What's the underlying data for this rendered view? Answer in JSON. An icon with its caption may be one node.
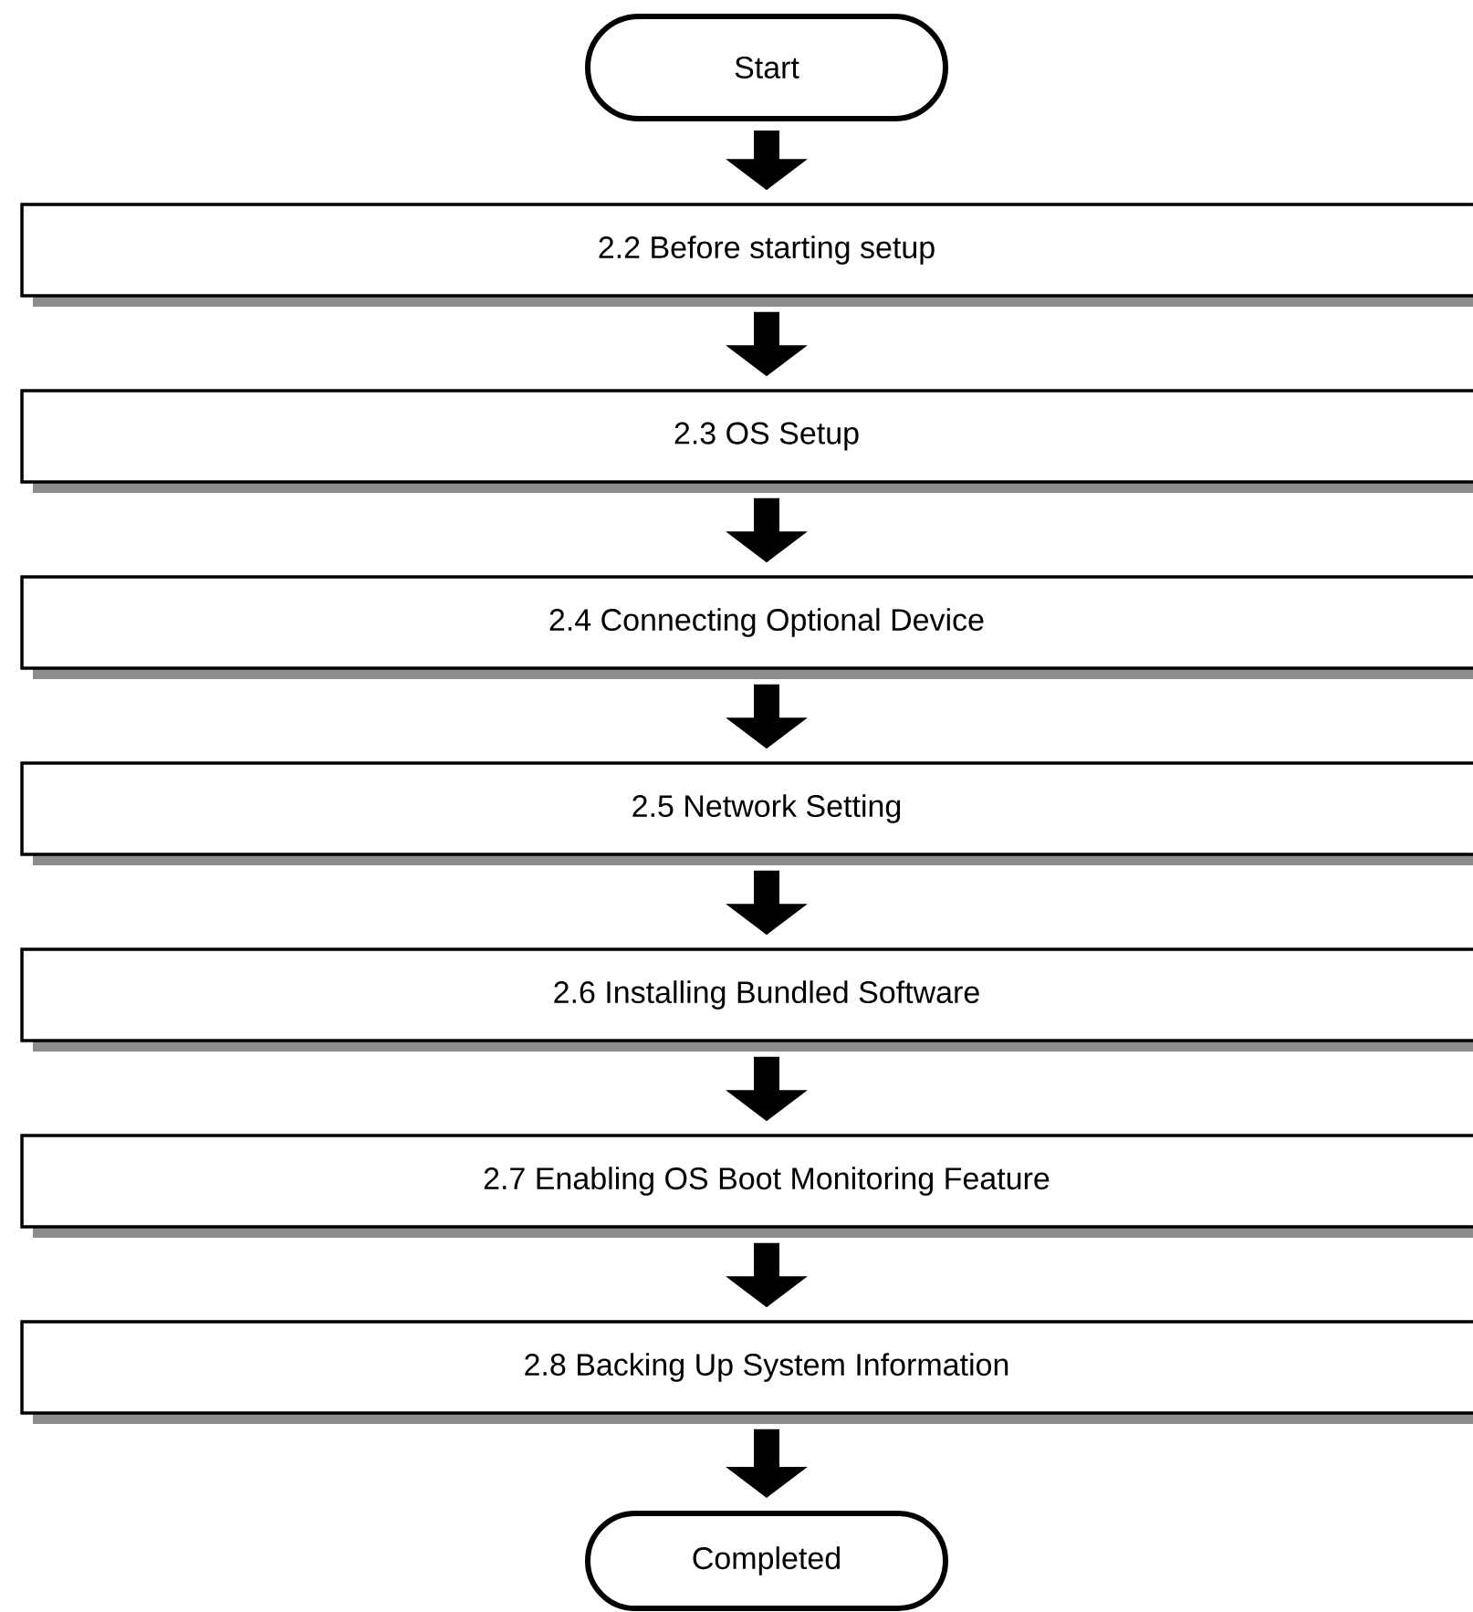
{
  "diagram": {
    "nodes": [
      {
        "text": [
          "Start"
        ]
      },
      {
        "text": [
          "2.2 Before starting setup"
        ]
      },
      {
        "text": [
          "2.3 OS Setup"
        ]
      },
      {
        "text": [
          "2.4 Connecting Optional Device"
        ]
      },
      {
        "text": [
          "2.5 Network Setting"
        ]
      },
      {
        "text": [
          "2.6 Installing Bundled Software"
        ]
      },
      {
        "text": [
          "2.7 Enabling OS Boot Monitoring Feature"
        ]
      },
      {
        "text": [
          "2.8 Backing Up System Information"
        ]
      },
      {
        "text": [
          "Completed"
        ]
      }
    ],
    "edges": [
      {
        "from": 0,
        "to": 1,
        "arrow": "to"
      },
      {
        "from": 1,
        "to": 2,
        "arrow": "to"
      },
      {
        "from": 2,
        "to": 3,
        "arrow": "to"
      },
      {
        "from": 3,
        "to": 4,
        "arrow": "to"
      },
      {
        "from": 4,
        "to": 5,
        "arrow": "to"
      },
      {
        "from": 5,
        "to": 6,
        "arrow": "to"
      },
      {
        "from": 6,
        "to": 7,
        "arrow": "to"
      },
      {
        "from": 7,
        "to": 8,
        "arrow": "to"
      }
    ]
  }
}
